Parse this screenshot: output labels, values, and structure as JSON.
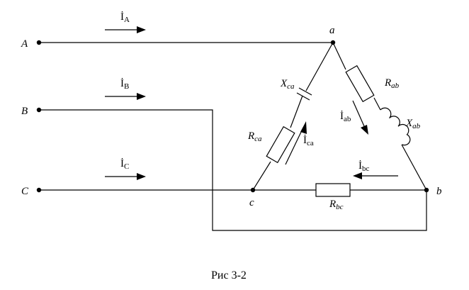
{
  "terminals": {
    "A": "A",
    "B": "B",
    "C": "C"
  },
  "nodes": {
    "a": "a",
    "b": "b",
    "c": "c"
  },
  "line_currents": {
    "A": {
      "symbol": "İ",
      "sub": "A"
    },
    "B": {
      "symbol": "İ",
      "sub": "B"
    },
    "C": {
      "symbol": "İ",
      "sub": "C"
    }
  },
  "phase_currents": {
    "ab": {
      "symbol": "İ",
      "sub": "ab"
    },
    "bc": {
      "symbol": "İ",
      "sub": "bc"
    },
    "ca": {
      "symbol": "İ",
      "sub": "ca"
    }
  },
  "components": {
    "Rab": {
      "main": "R",
      "sub": "ab"
    },
    "Xab": {
      "main": "X",
      "sub": "ab"
    },
    "Rbc": {
      "main": "R",
      "sub": "bc"
    },
    "Rca": {
      "main": "R",
      "sub": "ca"
    },
    "Xca": {
      "main": "X",
      "sub": "ca"
    }
  },
  "caption": "Рис 3-2"
}
